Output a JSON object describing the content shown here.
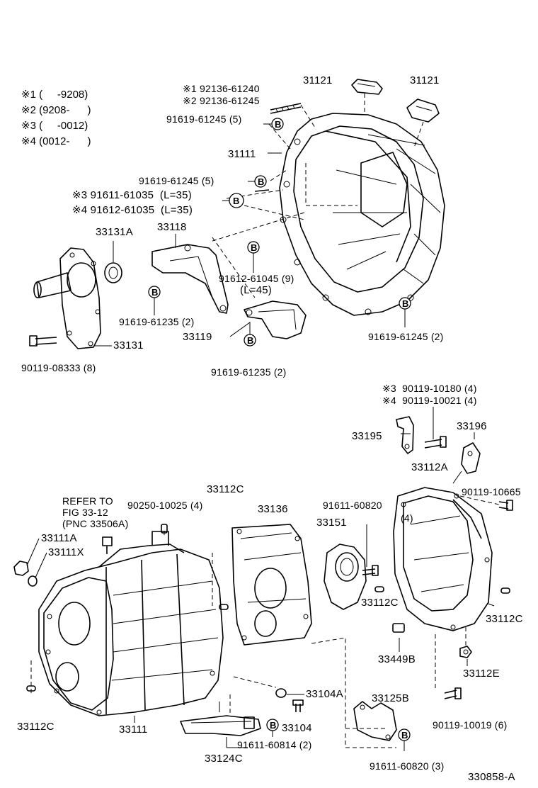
{
  "legend": [
    "※1 (     -9208)",
    "※2 (9208-      )",
    "※3 (     -0012)",
    "※4 (0012-      )"
  ],
  "labels": {
    "l_92136_61240": "※1 92136-61240",
    "l_92136_61245": "※2 92136-61245",
    "l_31121_a": "31121",
    "l_31121_b": "31121",
    "l_91619_61245_5a": "91619-61245 (5)",
    "l_31111": "31111",
    "l_91619_61245_5b": "91619-61245 (5)",
    "l_91611_61035": "※3 91611-61035  (L=35)",
    "l_91612_61035": "※4 91612-61035  (L=35)",
    "l_33131A": "33131A",
    "l_33118": "33118",
    "l_91612_61045": "91612-61045 (9)",
    "l_L45": "(L=45)",
    "l_91619_61235_a": "91619-61235 (2)",
    "l_33119": "33119",
    "l_91619_61245_2": "91619-61245 (2)",
    "l_33131": "33131",
    "l_90119_08333": "90119-08333 (8)",
    "l_91619_61235_b": "91619-61235 (2)",
    "l_90119_10180": "※3  90119-10180 (4)",
    "l_90119_10021": "※4  90119-10021 (4)",
    "l_33195": "33195",
    "l_33196": "33196",
    "l_33112A": "33112A",
    "l_90119_10665": "90119-10665",
    "l_refer_1": "REFER TO",
    "l_refer_2": "FIG 33-12",
    "l_refer_3": "(PNC 33506A)",
    "l_90250_10025": "90250-10025 (4)",
    "l_33112C_top": "33112C",
    "l_33136": "33136",
    "l_91611_60820_4": "91611-60820",
    "l_4": "(4)",
    "l_33151": "33151",
    "l_33111A": "33111A",
    "l_33111X": "33111X",
    "l_33112C_mid": "33112C",
    "l_33112C_right": "33112C",
    "l_33449B": "33449B",
    "l_33112E": "33112E",
    "l_33104A": "33104A",
    "l_33112C_left": "33112C",
    "l_33111": "33111",
    "l_33104": "33104",
    "l_33125B": "33125B",
    "l_90119_10019": "90119-10019 (6)",
    "l_91611_60814": "91611-60814 (2)",
    "l_33124C": "33124C",
    "l_91611_60820_3": "91611-60820 (3)",
    "l_330858A": "330858-A"
  },
  "bubble_symbol": "B"
}
